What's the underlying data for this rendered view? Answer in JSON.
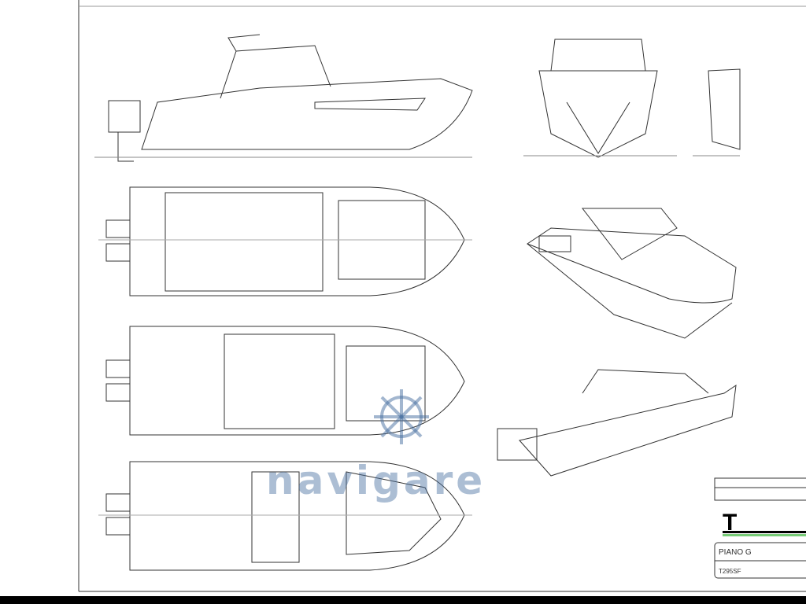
{
  "watermark": {
    "text": "navigare",
    "icon": "ship-wheel-anchor-icon",
    "color": "#466ea0"
  },
  "title_block": {
    "logo_letter": "T",
    "drawing_title": "PIANO G",
    "model_code": "T295SF"
  },
  "views": [
    "side-profile",
    "bow-front-view",
    "stern-view",
    "deck-plan-top",
    "3d-view-bow",
    "deck-plan-roof",
    "3d-view-stern",
    "lower-deck-plan"
  ]
}
